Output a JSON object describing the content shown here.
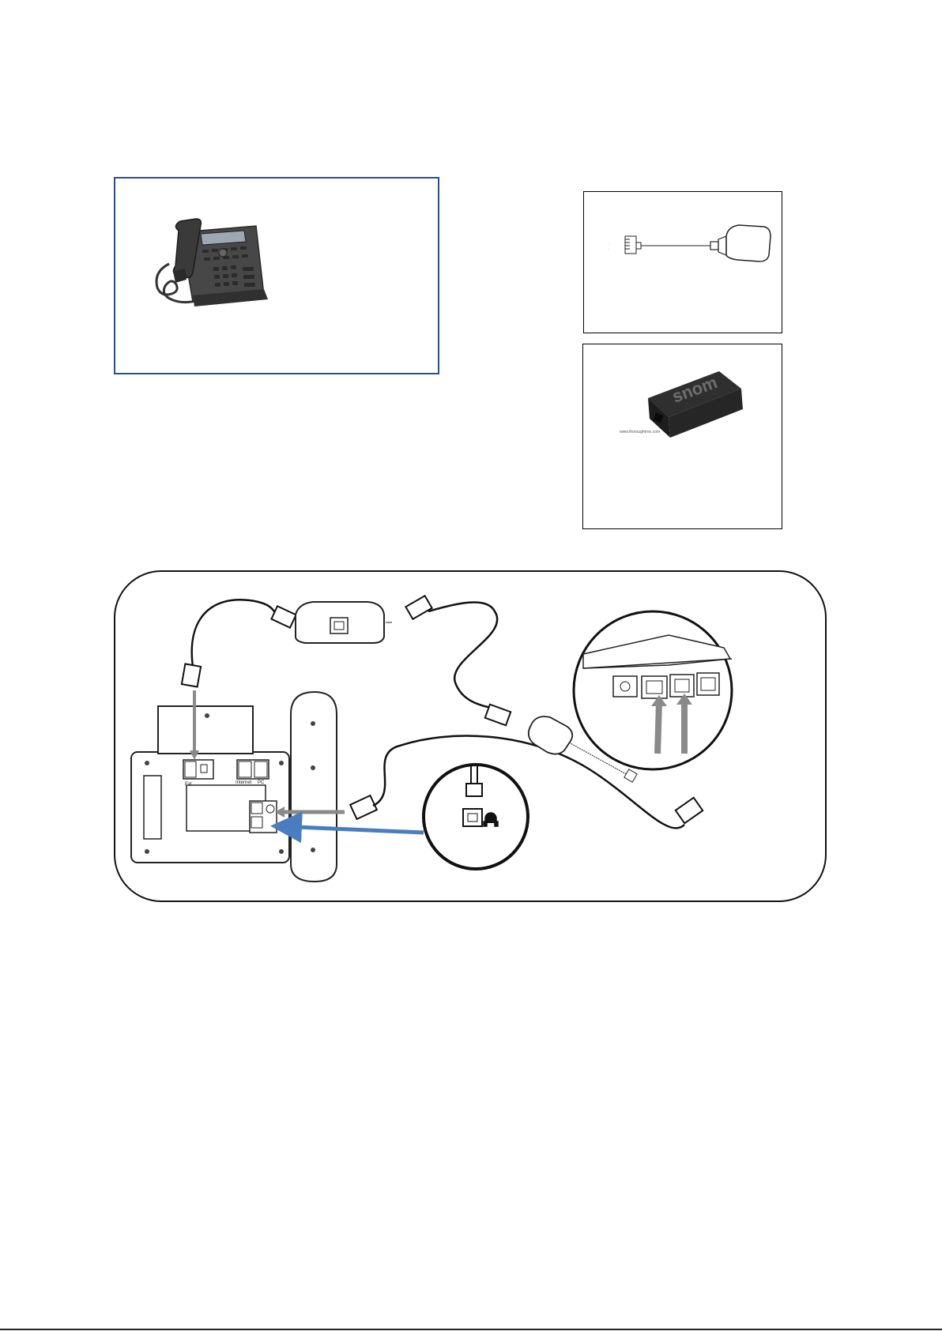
{
  "ehs_adapter": {
    "brand": "snom",
    "url_label": "www.thoroughtron.com"
  },
  "phone_back_labels": {
    "ext": "Ext",
    "internet": "Internet",
    "pc": "PC"
  },
  "colors": {
    "phone_box_border": "#2f4f7f",
    "blue_arrow": "#4a7cc0",
    "grey_arrow": "#8a8a8a",
    "line": "#111111"
  },
  "icons": {
    "headset_jack": "headphones-icon"
  }
}
